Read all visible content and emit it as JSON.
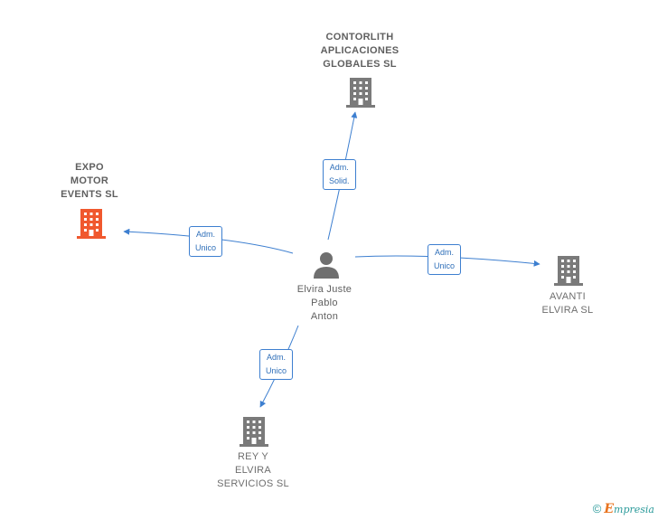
{
  "colors": {
    "edge": "#3d7fd0",
    "company": "#7a7a7a",
    "highlight_company": "#f0582e",
    "person": "#6f6f6f"
  },
  "center_person": {
    "icon": "person-icon",
    "lines": [
      "Elvira Juste",
      "Pablo",
      "Anton"
    ]
  },
  "companies": [
    {
      "id": "contorlith",
      "icon": "building-icon",
      "lines": [
        "CONTORLITH",
        "APLICACIONES",
        "GLOBALES SL"
      ],
      "highlight": false
    },
    {
      "id": "expo",
      "icon": "building-icon",
      "lines": [
        "EXPO",
        "MOTOR",
        "EVENTS  SL"
      ],
      "highlight": true
    },
    {
      "id": "avanti",
      "icon": "building-icon",
      "lines": [
        "AVANTI",
        "ELVIRA  SL"
      ],
      "highlight": false
    },
    {
      "id": "rey",
      "icon": "building-icon",
      "lines": [
        "REY Y",
        "ELVIRA",
        "SERVICIOS  SL"
      ],
      "highlight": false
    }
  ],
  "relations": [
    {
      "to": "contorlith",
      "lines": [
        "Adm.",
        "Solid."
      ]
    },
    {
      "to": "expo",
      "lines": [
        "Adm.",
        "Unico"
      ]
    },
    {
      "to": "avanti",
      "lines": [
        "Adm.",
        "Unico"
      ]
    },
    {
      "to": "rey",
      "lines": [
        "Adm.",
        "Unico"
      ]
    }
  ],
  "footer": {
    "copyright": "©",
    "brand_initial": "E",
    "brand_rest": "mpresia"
  }
}
